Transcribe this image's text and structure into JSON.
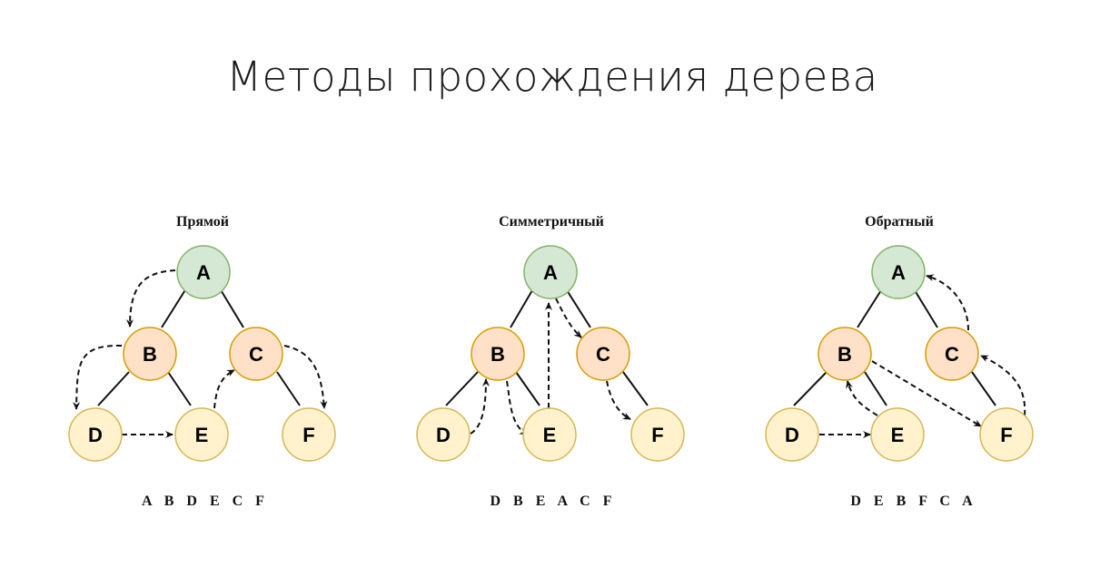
{
  "title": "Методы прохождения дерева",
  "colors": {
    "root_fill": "#d5e8d4",
    "root_stroke": "#82b366",
    "inner_fill": "#ffe1c8",
    "inner_stroke": "#d79b00",
    "leaf_fill": "#fff2cc",
    "leaf_stroke": "#d6b656",
    "edge": "#111111"
  },
  "panels": [
    {
      "title": "Прямой",
      "order": "A B D E C F",
      "nodes": {
        "A": "A",
        "B": "B",
        "C": "C",
        "D": "D",
        "E": "E",
        "F": "F"
      }
    },
    {
      "title": "Симметричный",
      "order": "D B E A C F",
      "nodes": {
        "A": "A",
        "B": "B",
        "C": "C",
        "D": "D",
        "E": "E",
        "F": "F"
      }
    },
    {
      "title": "Обратный",
      "order": "D E B F C A",
      "nodes": {
        "A": "A",
        "B": "B",
        "C": "C",
        "D": "D",
        "E": "E",
        "F": "F"
      }
    }
  ]
}
